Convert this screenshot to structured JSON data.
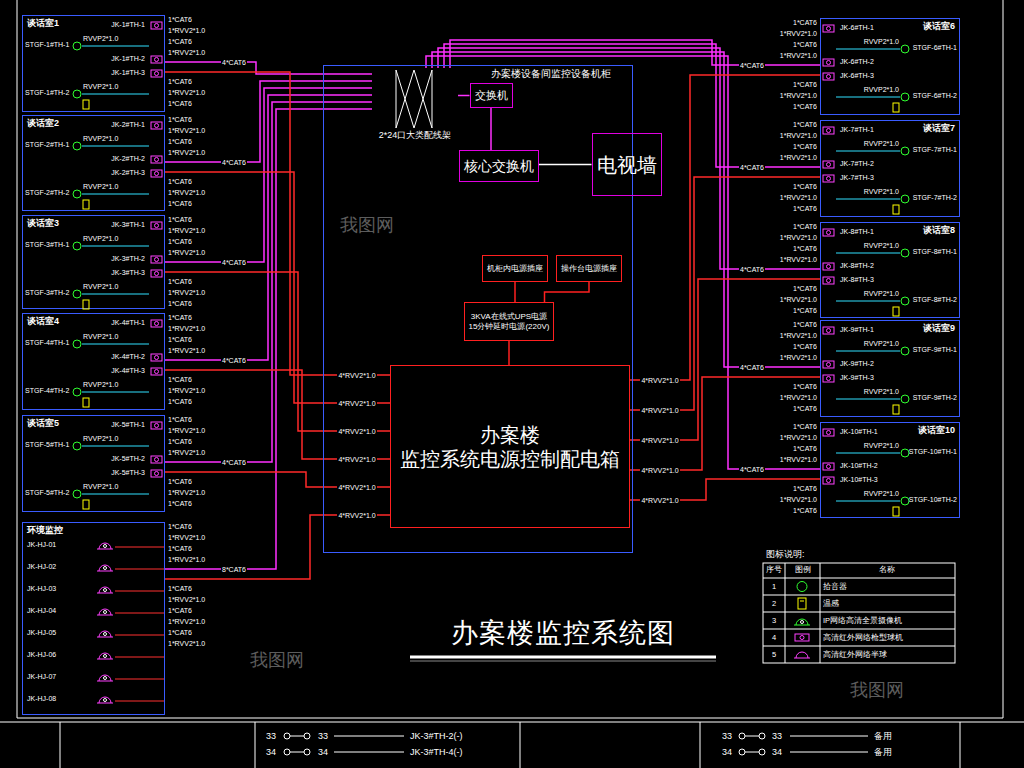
{
  "diagram": {
    "title": "办案楼监控系统图",
    "nodes": [
      {
        "text": [
          "谈话室1",
          "JK-1#TH-1",
          "JK-1#TH-2",
          "JK-1#TH-3",
          "STGF-1#TH-1",
          "STGF-1#TH-2",
          "RVVP2*1.0",
          "RVVP2*1.0"
        ]
      },
      {
        "text": [
          "谈话室2",
          "JK-2#TH-1",
          "JK-2#TH-2",
          "JK-2#TH-3",
          "STGF-2#TH-1",
          "STGF-2#TH-2",
          "RVVP2*1.0",
          "RVVP2*1.0"
        ]
      },
      {
        "text": [
          "谈话室3",
          "JK-3#TH-1",
          "JK-3#TH-2",
          "JK-3#TH-3",
          "STGF-3#TH-1",
          "STGF-3#TH-2",
          "RVVP2*1.0",
          "RVVP2*1.0"
        ]
      },
      {
        "text": [
          "谈话室4",
          "JK-4#TH-1",
          "JK-4#TH-2",
          "JK-4#TH-3",
          "STGF-4#TH-1",
          "STGF-4#TH-2",
          "RVVP2*1.0",
          "RVVP2*1.0"
        ]
      },
      {
        "text": [
          "谈话室5",
          "JK-5#TH-1",
          "JK-5#TH-2",
          "JK-5#TH-3",
          "STGF-5#TH-1",
          "STGF-5#TH-2",
          "RVVP2*1.0",
          "RVVP2*1.0"
        ]
      },
      {
        "text": [
          "环境监控",
          "JK-HJ-01",
          "JK-HJ-02",
          "JK-HJ-03",
          "JK-HJ-04",
          "JK-HJ-05",
          "JK-HJ-06",
          "JK-HJ-07",
          "JK-HJ-08"
        ]
      },
      {
        "text": [
          "谈话室6",
          "JK-6#TH-1",
          "JK-6#TH-2",
          "JK-6#TH-3",
          "STGF-6#TH-1",
          "STGF-6#TH-2",
          "RVVP2*1.0",
          "RVVP2*1.0"
        ]
      },
      {
        "text": [
          "谈话室7",
          "JK-7#TH-1",
          "JK-7#TH-2",
          "JK-7#TH-3",
          "STGF-7#TH-1",
          "STGF-7#TH-2",
          "RVVP2*1.0",
          "RVVP2*1.0"
        ]
      },
      {
        "text": [
          "谈话室8",
          "JK-8#TH-1",
          "JK-8#TH-2",
          "JK-8#TH-3",
          "STGF-8#TH-1",
          "STGF-8#TH-2",
          "RVVP2*1.0",
          "RVVP2*1.0"
        ]
      },
      {
        "text": [
          "谈话室9",
          "JK-9#TH-1",
          "JK-9#TH-2",
          "JK-9#TH-3",
          "STGF-9#TH-1",
          "STGF-9#TH-2",
          "RVVP2*1.0",
          "RVVP2*1.0"
        ]
      },
      {
        "text": [
          "谈话室10",
          "JK-10#TH-1",
          "JK-10#TH-2",
          "JK-10#TH-3",
          "STGF-10#TH-1",
          "STGF-10#TH-2",
          "RVVP2*1.0",
          "RVVP2*1.0"
        ]
      },
      {
        "text": [
          "办案楼设备间监控设备机柜"
        ]
      },
      {
        "text": [
          "2*24口大类配线架"
        ],
        "in": 11
      },
      {
        "text": [
          "交换机"
        ],
        "in": 11
      },
      {
        "text": [
          "核心交换机"
        ],
        "in": 11
      },
      {
        "text": [
          "电视墙"
        ],
        "in": 11
      },
      {
        "text": [
          "机柜内电源插座"
        ],
        "in": 11
      },
      {
        "text": [
          "操作台电源插座"
        ],
        "in": 11
      },
      {
        "text": [
          "3KVA在线式UPS电源",
          "15分钟延时电源(220V)"
        ],
        "in": 11
      },
      {
        "text": [
          "办案楼",
          "监控系统电源控制配电箱"
        ],
        "in": 11
      }
    ],
    "edges": [
      {
        "from": 0,
        "to": 12,
        "arrow": "none",
        "label": "4*CAT6"
      },
      {
        "from": 1,
        "to": 12,
        "arrow": "none",
        "label": "4*CAT6"
      },
      {
        "from": 2,
        "to": 12,
        "arrow": "none",
        "label": "4*CAT6"
      },
      {
        "from": 3,
        "to": 12,
        "arrow": "none",
        "label": "4*CAT6"
      },
      {
        "from": 4,
        "to": 12,
        "arrow": "none",
        "label": "4*CAT6"
      },
      {
        "from": 5,
        "to": 12,
        "arrow": "none",
        "label": "8*CAT6"
      },
      {
        "from": 6,
        "to": 12,
        "arrow": "none",
        "label": "4*CAT6"
      },
      {
        "from": 7,
        "to": 12,
        "arrow": "none",
        "label": "4*CAT6"
      },
      {
        "from": 8,
        "to": 12,
        "arrow": "none",
        "label": "4*CAT6"
      },
      {
        "from": 9,
        "to": 12,
        "arrow": "none",
        "label": "4*CAT6"
      },
      {
        "from": 10,
        "to": 12,
        "arrow": "none",
        "label": "4*CAT6"
      },
      {
        "from": 12,
        "to": 13,
        "arrow": "none"
      },
      {
        "from": 13,
        "to": 14,
        "arrow": "none"
      },
      {
        "from": 14,
        "to": 15,
        "arrow": "none"
      },
      {
        "from": 18,
        "to": 16,
        "arrow": "none"
      },
      {
        "from": 18,
        "to": 17,
        "arrow": "none"
      },
      {
        "from": 18,
        "to": 19,
        "arrow": "none"
      },
      {
        "from": 19,
        "to": 0,
        "arrow": "none",
        "label": "4*RVV2*1.0"
      },
      {
        "from": 19,
        "to": 1,
        "arrow": "none",
        "label": "4*RVV2*1.0"
      },
      {
        "from": 19,
        "to": 2,
        "arrow": "none",
        "label": "4*RVV2*1.0"
      },
      {
        "from": 19,
        "to": 3,
        "arrow": "none",
        "label": "4*RVV2*1.0"
      },
      {
        "from": 19,
        "to": 4,
        "arrow": "none",
        "label": "4*RVV2*1.0"
      },
      {
        "from": 19,
        "to": 5,
        "arrow": "none",
        "label": "4*RVV2*1.0"
      },
      {
        "from": 19,
        "to": 6,
        "arrow": "none",
        "label": "4*RVV2*1.0"
      },
      {
        "from": 19,
        "to": 7,
        "arrow": "none",
        "label": "4*RVV2*1.0"
      },
      {
        "from": 19,
        "to": 8,
        "arrow": "none",
        "label": "4*RVV2*1.0"
      },
      {
        "from": 19,
        "to": 9,
        "arrow": "none",
        "label": "4*RVV2*1.0"
      },
      {
        "from": 19,
        "to": 10,
        "arrow": "none",
        "label": "4*RVV2*1.0"
      }
    ],
    "labels": [
      "1*CAT6",
      "1*RVV2*1.0",
      "1*CAT6",
      "1*RVV2*1.0",
      "1*CAT6",
      "1*RVV2*1.0",
      "1*CAT6",
      "1*CAT6",
      "1*RVV2*1.0",
      "1*CAT6",
      "1*RVV2*1.0",
      "1*CAT6",
      "1*RVV2*1.0",
      "1*CAT6",
      "1*CAT6",
      "1*RVV2*1.0",
      "1*CAT6",
      "1*RVV2*1.0",
      "1*CAT6",
      "1*RVV2*1.0",
      "1*CAT6",
      "1*CAT6",
      "1*RVV2*1.0",
      "1*CAT6",
      "1*RVV2*1.0",
      "1*CAT6",
      "1*RVV2*1.0",
      "1*CAT6",
      "1*CAT6",
      "1*RVV2*1.0",
      "1*CAT6",
      "1*RVV2*1.0",
      "1*CAT6",
      "1*RVV2*1.0",
      "1*CAT6",
      "1*CAT6",
      "1*RVV2*1.0",
      "1*CAT6",
      "1*RVV2*1.0",
      "1*CAT6",
      "1*RVV2*1.0",
      "1*CAT6",
      "1*RVV2*1.0",
      "1*CAT6",
      "1*RVV2*1.0",
      "1*CAT6",
      "1*RVV2*1.0",
      "1*CAT6",
      "1*RVV2*1.0",
      "1*CAT6",
      "1*RVV2*1.0",
      "1*CAT6",
      "1*CAT6",
      "1*RVV2*1.0",
      "1*CAT6",
      "1*RVV2*1.0",
      "1*CAT6",
      "1*RVV2*1.0",
      "1*CAT6",
      "1*CAT6",
      "1*RVV2*1.0",
      "1*CAT6",
      "1*RVV2*1.0",
      "1*CAT6",
      "1*RVV2*1.0",
      "1*CAT6",
      "1*CAT6",
      "1*RVV2*1.0",
      "1*CAT6",
      "1*RVV2*1.0",
      "1*CAT6",
      "1*RVV2*1.0",
      "1*CAT6",
      "1*CAT6",
      "1*RVV2*1.0",
      "1*CAT6",
      "1*RVV2*1.0",
      "1*CAT6",
      "1*RVV2*1.0",
      "1*CAT6",
      "图标说明:",
      "序号",
      "图例",
      "名称",
      "1",
      "2",
      "3",
      "4",
      "5",
      "33",
      "33",
      "JK-3#TH-2(-)",
      "34",
      "34",
      "JK-3#TH-4(-)",
      "33",
      "33",
      "备用",
      "34",
      "34",
      "备用",
      "我图网",
      "我图网",
      "我图网"
    ],
    "legend": [
      {
        "text": "拾音器"
      },
      {
        "text": "温感"
      },
      {
        "text": "IP网络高清全景摄像机"
      },
      {
        "text": "高清红外网络枪型球机"
      },
      {
        "text": "高清红外网络半球"
      }
    ]
  }
}
